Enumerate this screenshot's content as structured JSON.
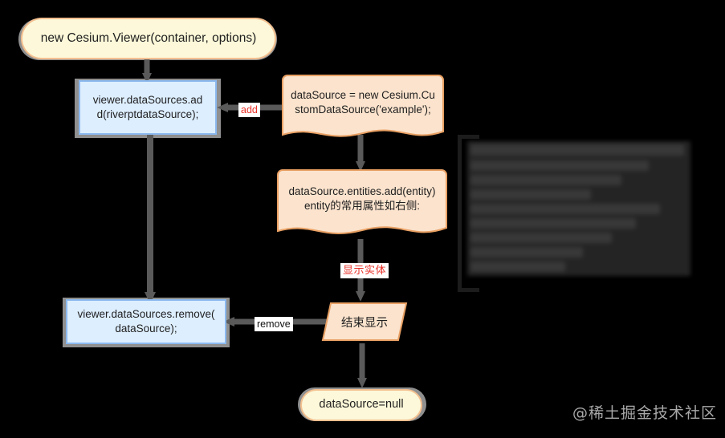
{
  "diagram": {
    "title": "Cesium DataSource lifecycle flowchart",
    "colors": {
      "background": "#000000",
      "terminator_fill": "#fcf8d9",
      "terminator_stroke": "#f3bf8f",
      "process_fill": "#ddeeff",
      "process_stroke": "#8bb9ef",
      "document_fill": "#fbe3cd",
      "document_stroke": "#e9a063",
      "arrow": "#5a5a5a",
      "label_red": "#e8322a",
      "label_dark": "#111111"
    },
    "nodes": [
      {
        "id": "start",
        "shape": "terminator",
        "label": "new Cesium.Viewer(container, options)"
      },
      {
        "id": "add_ds",
        "shape": "process",
        "label": "viewer.dataSources.ad\nd(riverptdataSource);"
      },
      {
        "id": "new_ds",
        "shape": "document",
        "label": "dataSource = new Cesium.Cu\nstomDataSource('example');"
      },
      {
        "id": "add_entity",
        "shape": "document",
        "label": "dataSource.entities.add(entity)\nentity的常用属性如右侧:"
      },
      {
        "id": "remove_ds",
        "shape": "process",
        "label": "viewer.dataSources.remove(\ndataSource);"
      },
      {
        "id": "end_display",
        "shape": "parallelogram",
        "label": "结束显示"
      },
      {
        "id": "ds_null",
        "shape": "terminator",
        "label": "dataSource=null"
      }
    ],
    "edges": [
      {
        "from": "start",
        "to": "add_ds",
        "label": ""
      },
      {
        "from": "new_ds",
        "to": "add_ds",
        "label": "add"
      },
      {
        "from": "new_ds",
        "to": "add_entity",
        "label": ""
      },
      {
        "from": "add_ds",
        "to": "remove_ds",
        "label": ""
      },
      {
        "from": "add_entity",
        "to": "end_display",
        "label": "显示实体"
      },
      {
        "from": "end_display",
        "to": "remove_ds",
        "label": "remove"
      },
      {
        "from": "end_display",
        "to": "ds_null",
        "label": ""
      }
    ],
    "annotation": {
      "type": "redacted-note",
      "description": "blurred property list bracketed to the right of dataSource.entities.add(entity)",
      "bracket": "["
    },
    "watermark": "@稀土掘金技术社区"
  }
}
